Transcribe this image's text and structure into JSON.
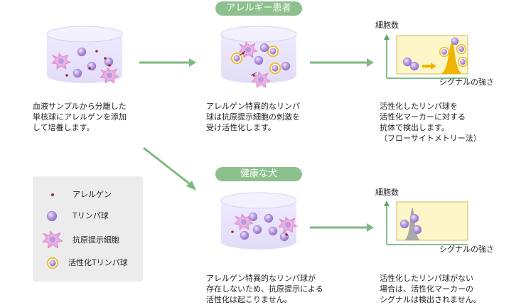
{
  "labels": {
    "allergy_patient": "アレルギー患者",
    "healthy_dog": "健康な犬"
  },
  "captions": {
    "step1": "血液サンプルから分離した\n単核球にアレルゲンを添加\nして培養します。",
    "step2_allergy": "アレルゲン特異的なリンパ\n球は抗原提示細胞の刺激を\n受け活性化します。",
    "step3_allergy": "活性化したリンパ球を\n活性化マーカーに対する\n抗体で検出します。\n（フローサイトメトリー法）",
    "step2_healthy": "アレルゲン特異的なリンパ球が\n存在しないため、抗原提示による\n活性化は起こりません。",
    "step3_healthy": "活性化したリンパ球がない\n場合は、活性化マーカーの\nシグナルは検出されません。"
  },
  "graphs": {
    "allergy": {
      "y_label": "細胞数",
      "x_label": "シグナルの強さ"
    },
    "healthy": {
      "y_label": "細胞数",
      "x_label": "シグナルの強さ"
    }
  },
  "legend": {
    "items": [
      {
        "label": "アレルゲン",
        "icon": "allergen-dot-icon"
      },
      {
        "label": "Tリンパ球",
        "icon": "t-lymphocyte-icon"
      },
      {
        "label": "抗原提示細胞",
        "icon": "antigen-presenting-cell-icon"
      },
      {
        "label": "活性化Tリンパ球",
        "icon": "activated-t-lymphocyte-icon"
      }
    ]
  },
  "colors": {
    "pill_green": "#8cc08c",
    "arrow_green": "#7dba80",
    "allergen_red": "#9a2f2f",
    "t_cell_purple": "#a98ad2",
    "apc_pink": "#e89ad8",
    "activated_ring_yellow": "#e8c43a",
    "graph_fill": "#fdf6c8",
    "graph_border": "#c9bd5e",
    "peak_gray": "#a9a9a9",
    "peak_yellow": "#f0b400"
  }
}
